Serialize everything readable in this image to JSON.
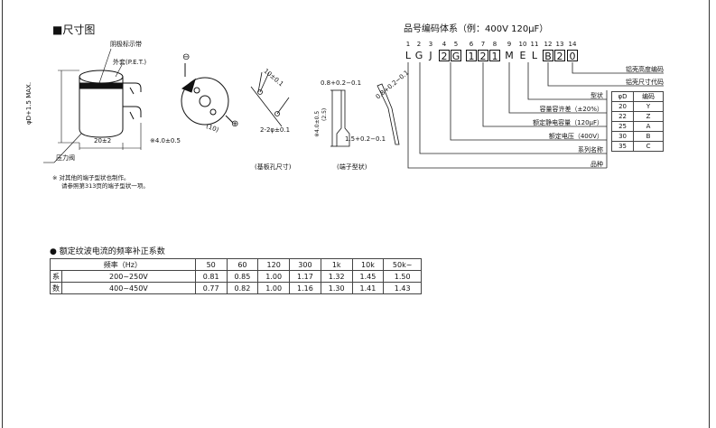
{
  "dimension": {
    "title": "■尺寸图",
    "label_cathode": "阴极标示带",
    "label_sleeve": "外套(P.E.T.)",
    "label_diameter": "φD+1.5 MAX.",
    "label_length": "20±2",
    "label_pin_len": "※4.0±0.5",
    "label_vent": "压力阀",
    "label_minus": "⊖",
    "label_plus": "⊕",
    "label_pitch": "(10)",
    "label_hole_d": "10±0.1",
    "label_hole_2": "2-2φ±0.1",
    "label_term_top": "0.8+0.2−0.1",
    "label_term_side": "※4.0±0.5",
    "label_term_mid": "(2.5)",
    "label_term_bot": "1.5+0.2−0.1",
    "label_term_angle": "0.8+0.2−0.1",
    "caption_board": "(基板孔尺寸)",
    "caption_terminal": "(端子型状)",
    "note_1": "※ 对其他的端子型状也制作。",
    "note_2": "请参照第313页的端子型状一项。"
  },
  "partnum": {
    "title": "品号编码体系（例：400V 120μF）",
    "positions": [
      "1",
      "2",
      "3",
      "4",
      "5",
      "6",
      "7",
      "8",
      "9",
      "10",
      "11",
      "12",
      "13",
      "14"
    ],
    "chars": [
      "L",
      "G",
      "J",
      "2",
      "G",
      "1",
      "2",
      "1",
      "M",
      "E",
      "L",
      "B",
      "2",
      "0"
    ],
    "labels": {
      "can_height": "铝壳高度编码",
      "can_size": "铝壳尺寸代码",
      "shape": "型状",
      "tolerance": "容量容许差（±20%）",
      "capacitance": "额定静电容量（120μF）",
      "voltage": "额定电压（400V）",
      "series": "系列名称",
      "type": "品种"
    },
    "code_table": {
      "headers": [
        "φD",
        "编码"
      ],
      "rows": [
        [
          "20",
          "Y"
        ],
        [
          "22",
          "Z"
        ],
        [
          "25",
          "A"
        ],
        [
          "30",
          "B"
        ],
        [
          "35",
          "C"
        ]
      ]
    }
  },
  "ripple": {
    "title": "● 额定纹波电流的频率补正系数",
    "freq_header": "频率（Hz）",
    "freqs": [
      "50",
      "60",
      "120",
      "300",
      "1k",
      "10k",
      "50k~"
    ],
    "row_label_1": "系",
    "row_label_2": "数",
    "rows": [
      {
        "range": "200~250V",
        "values": [
          "0.81",
          "0.85",
          "1.00",
          "1.17",
          "1.32",
          "1.45",
          "1.50"
        ]
      },
      {
        "range": "400~450V",
        "values": [
          "0.77",
          "0.82",
          "1.00",
          "1.16",
          "1.30",
          "1.41",
          "1.43"
        ]
      }
    ]
  }
}
